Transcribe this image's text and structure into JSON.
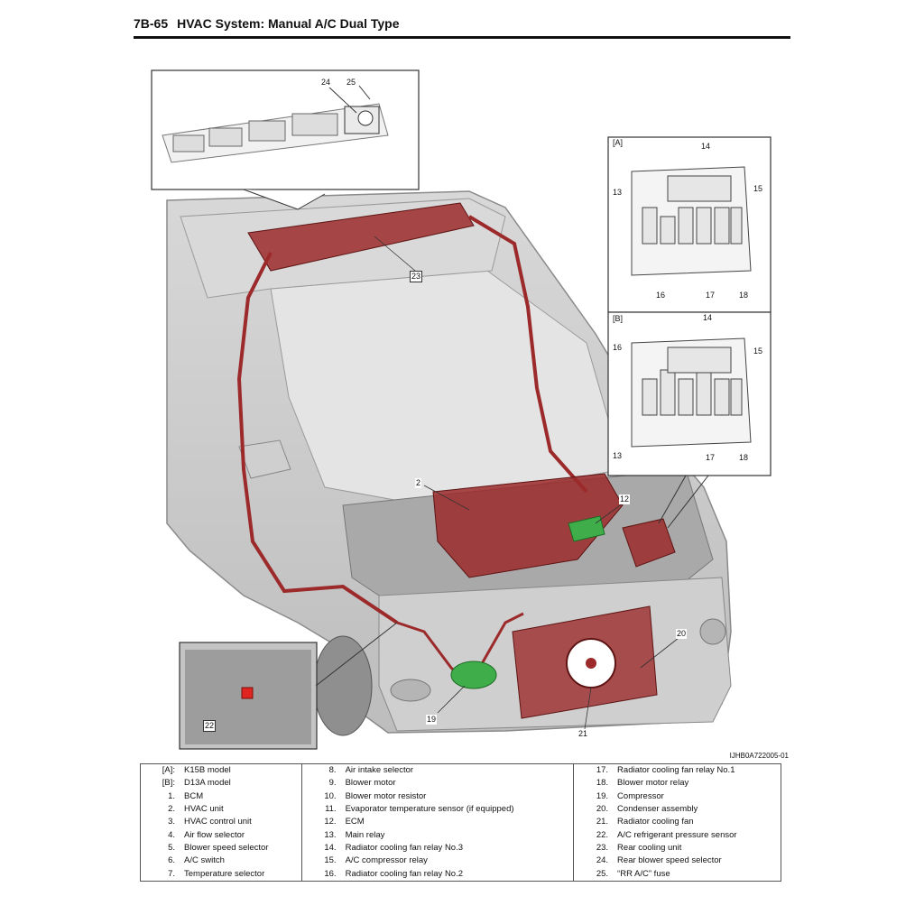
{
  "header": {
    "section": "7B-65",
    "title": "HVAC System: Manual A/C Dual Type"
  },
  "figure": {
    "reference_code": "IJHB0A722005-01",
    "inset_a_label": "[A]",
    "inset_b_label": "[B]",
    "callouts": {
      "c2": "2",
      "c12": "12",
      "c13a": "13",
      "c14a": "14",
      "c15a": "15",
      "c16a": "16",
      "c17a": "17",
      "c18a": "18",
      "c13b": "13",
      "c14b": "14",
      "c15b": "15",
      "c16b": "16",
      "c17b": "17",
      "c18b": "18",
      "c19": "19",
      "c20": "20",
      "c21": "21",
      "c22": "22",
      "c23": "23",
      "c24": "24",
      "c25": "25"
    }
  },
  "legend": {
    "rows": [
      [
        {
          "num": "[A]:",
          "label": "K15B model"
        },
        {
          "num": "8.",
          "label": "Air intake selector"
        },
        {
          "num": "17.",
          "label": "Radiator cooling fan relay No.1"
        }
      ],
      [
        {
          "num": "[B]:",
          "label": "D13A model"
        },
        {
          "num": "9.",
          "label": "Blower motor"
        },
        {
          "num": "18.",
          "label": "Blower motor relay"
        }
      ],
      [
        {
          "num": "1.",
          "label": "BCM"
        },
        {
          "num": "10.",
          "label": "Blower motor resistor"
        },
        {
          "num": "19.",
          "label": "Compressor"
        }
      ],
      [
        {
          "num": "2.",
          "label": "HVAC unit"
        },
        {
          "num": "11.",
          "label": "Evaporator temperature sensor (if equipped)"
        },
        {
          "num": "20.",
          "label": "Condenser assembly"
        }
      ],
      [
        {
          "num": "3.",
          "label": "HVAC control unit"
        },
        {
          "num": "12.",
          "label": "ECM"
        },
        {
          "num": "21.",
          "label": "Radiator cooling fan"
        }
      ],
      [
        {
          "num": "4.",
          "label": "Air flow selector"
        },
        {
          "num": "13.",
          "label": "Main relay"
        },
        {
          "num": "22.",
          "label": "A/C refrigerant pressure sensor"
        }
      ],
      [
        {
          "num": "5.",
          "label": "Blower speed selector"
        },
        {
          "num": "14.",
          "label": "Radiator cooling fan relay No.3"
        },
        {
          "num": "23.",
          "label": "Rear cooling unit"
        }
      ],
      [
        {
          "num": "6.",
          "label": "A/C switch"
        },
        {
          "num": "15.",
          "label": "A/C compressor relay"
        },
        {
          "num": "24.",
          "label": "Rear blower speed selector"
        }
      ],
      [
        {
          "num": "7.",
          "label": "Temperature selector"
        },
        {
          "num": "16.",
          "label": "Radiator cooling fan relay No.2"
        },
        {
          "num": "25.",
          "label": "“RR A/C” fuse"
        }
      ]
    ]
  },
  "colors": {
    "highlight_red": "#9c2a2a",
    "highlight_green": "#3fae4a",
    "car_grey": "#c9c9c9"
  }
}
